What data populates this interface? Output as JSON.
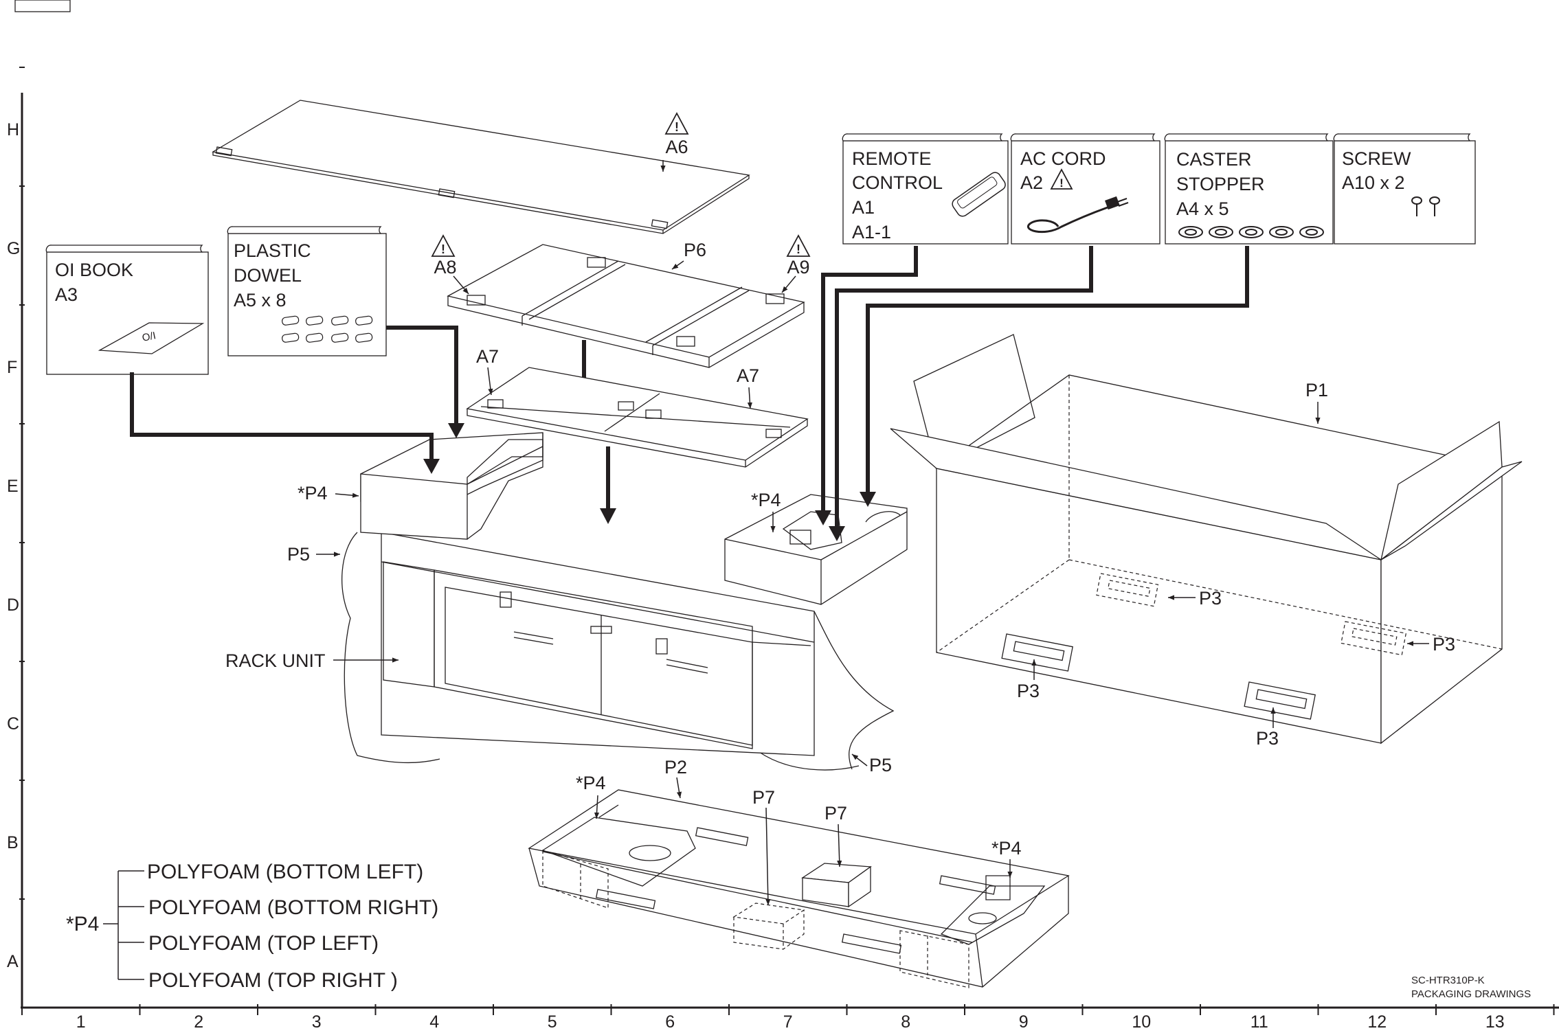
{
  "axis": {
    "rows": [
      "H",
      "G",
      "F",
      "E",
      "D",
      "C",
      "B",
      "A"
    ],
    "cols": [
      "1",
      "2",
      "3",
      "4",
      "5",
      "6",
      "7",
      "8",
      "9",
      "10",
      "11",
      "12",
      "13"
    ]
  },
  "accessory_cards": {
    "oi_book": [
      "OI BOOK",
      "A3"
    ],
    "oi_book_cover": "O/I",
    "plastic_dowel": [
      "PLASTIC",
      "DOWEL",
      "A5 x 8"
    ],
    "remote_control": [
      "REMOTE",
      "CONTROL",
      "A1",
      "A1-1"
    ],
    "ac_cord": [
      "AC CORD",
      "A2"
    ],
    "caster_stopper": [
      "CASTER",
      "STOPPER",
      "A4 x 5"
    ],
    "screw": [
      "SCREW",
      "A10 x 2"
    ]
  },
  "part_labels": {
    "a6": "A6",
    "a8": "A8",
    "p6": "P6",
    "a9": "A9",
    "a7_left": "A7",
    "a7_right": "A7",
    "p4_left": "*P4",
    "p4_right": "*P4",
    "p5_left": "P5",
    "p5_right": "P5",
    "rack_unit": "RACK UNIT",
    "p1": "P1",
    "p3_a": "P3",
    "p3_b": "P3",
    "p3_c": "P3",
    "p3_d": "P3",
    "p2": "P2",
    "p4_tray_left": "*P4",
    "p7_a": "P7",
    "p7_b": "P7",
    "p4_tray_right": "*P4"
  },
  "legend": {
    "key": "*P4",
    "items": [
      "POLYFOAM (BOTTOM LEFT)",
      "POLYFOAM (BOTTOM RIGHT)",
      "POLYFOAM (TOP LEFT)",
      "POLYFOAM (TOP RIGHT )"
    ]
  },
  "footer": {
    "model": "SC-HTR310P-K",
    "title": "PACKAGING DRAWINGS"
  }
}
